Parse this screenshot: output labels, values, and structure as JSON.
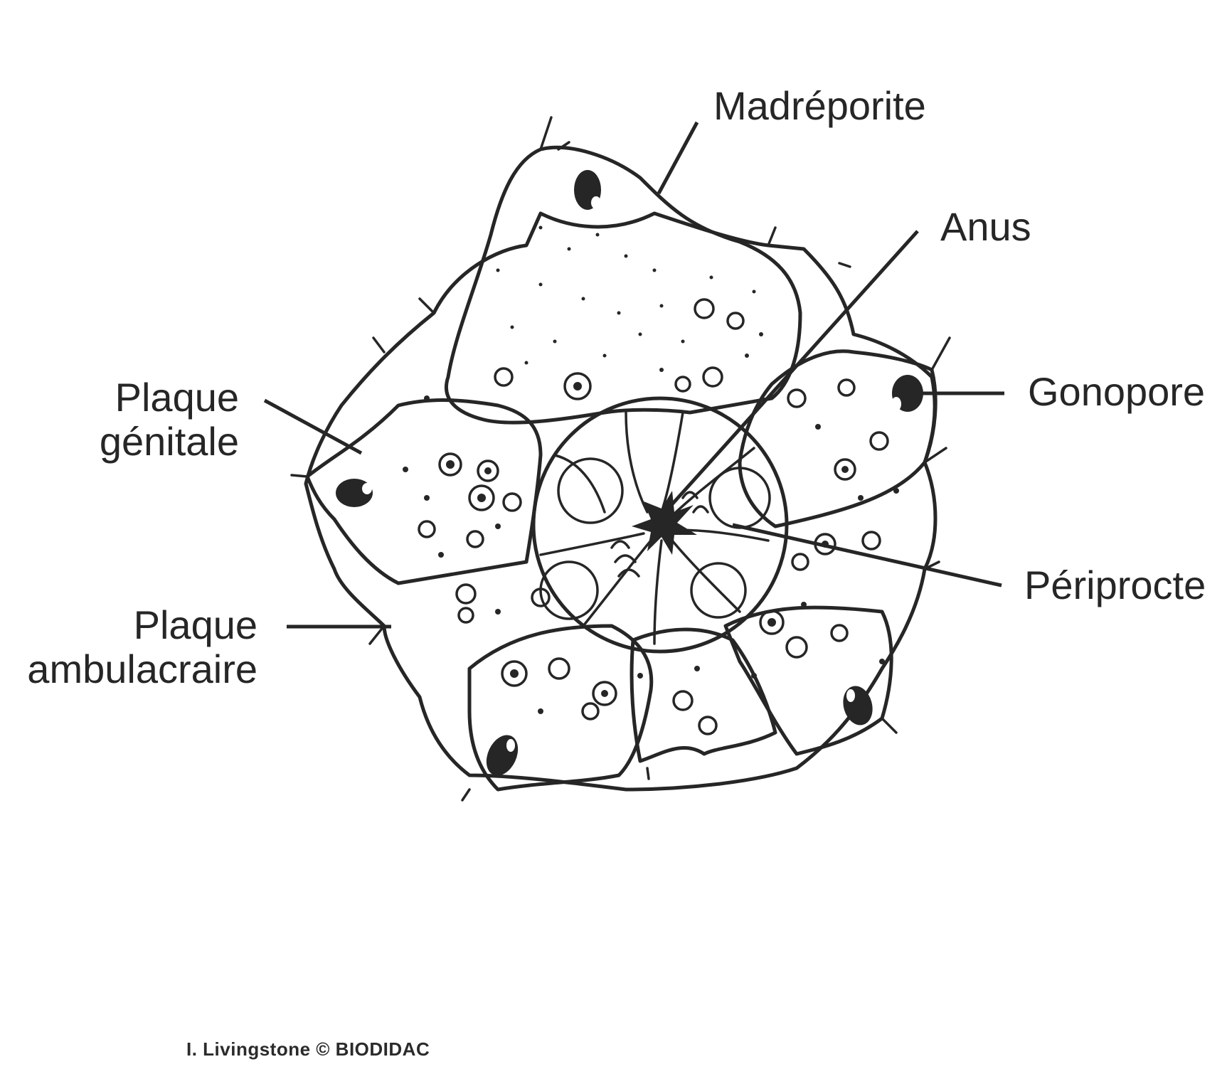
{
  "diagram": {
    "subject": "Apical disc of sea urchin (labeled)",
    "labels": {
      "madreporite": "Madréporite",
      "anus": "Anus",
      "plaque_genitale_line1": "Plaque",
      "plaque_genitale_line2": "génitale",
      "gonopore": "Gonopore",
      "plaque_ambulacraire_line1": "Plaque",
      "plaque_ambulacraire_line2": "ambulacraire",
      "periprocte": "Périprocte"
    },
    "credit": "I. Livingstone © BIODIDAC",
    "colors": {
      "ink": "#262626",
      "background": "#ffffff"
    }
  }
}
